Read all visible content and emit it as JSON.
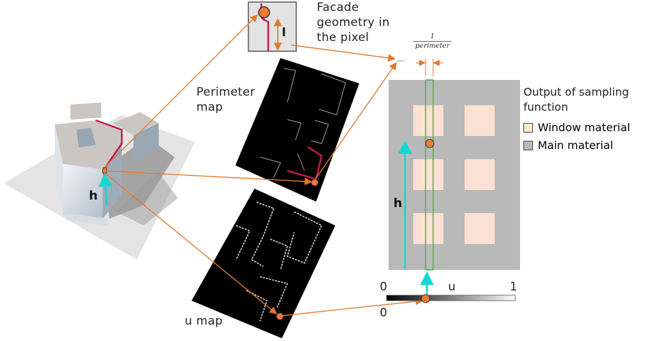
{
  "facade_geometry": {
    "title": "Facade geometry in the pixel",
    "length_label": "l"
  },
  "perimeter_map": {
    "title": "Perimeter map"
  },
  "u_map": {
    "title": "u map"
  },
  "fraction": {
    "numerator": "1",
    "denominator": "perimeter"
  },
  "sampling_output": {
    "title": "Output of sampling function",
    "legend": [
      {
        "label": "Window material",
        "color": "#fce9c8"
      },
      {
        "label": "Main material",
        "color": "#b9b9b9"
      }
    ]
  },
  "u_axis": {
    "start": "0",
    "end": "1",
    "name": "u",
    "marker_value": "0"
  },
  "height_label": "h",
  "colors": {
    "arrow_orange": "#e37a30",
    "marker_orange": "#ee7835",
    "height_cyan": "#15d7d2",
    "perimeter_red": "#c21a4b",
    "column_green": "#4caf50",
    "facade_gray": "#b9b9b9",
    "window_fill": "#fbe1d3"
  }
}
